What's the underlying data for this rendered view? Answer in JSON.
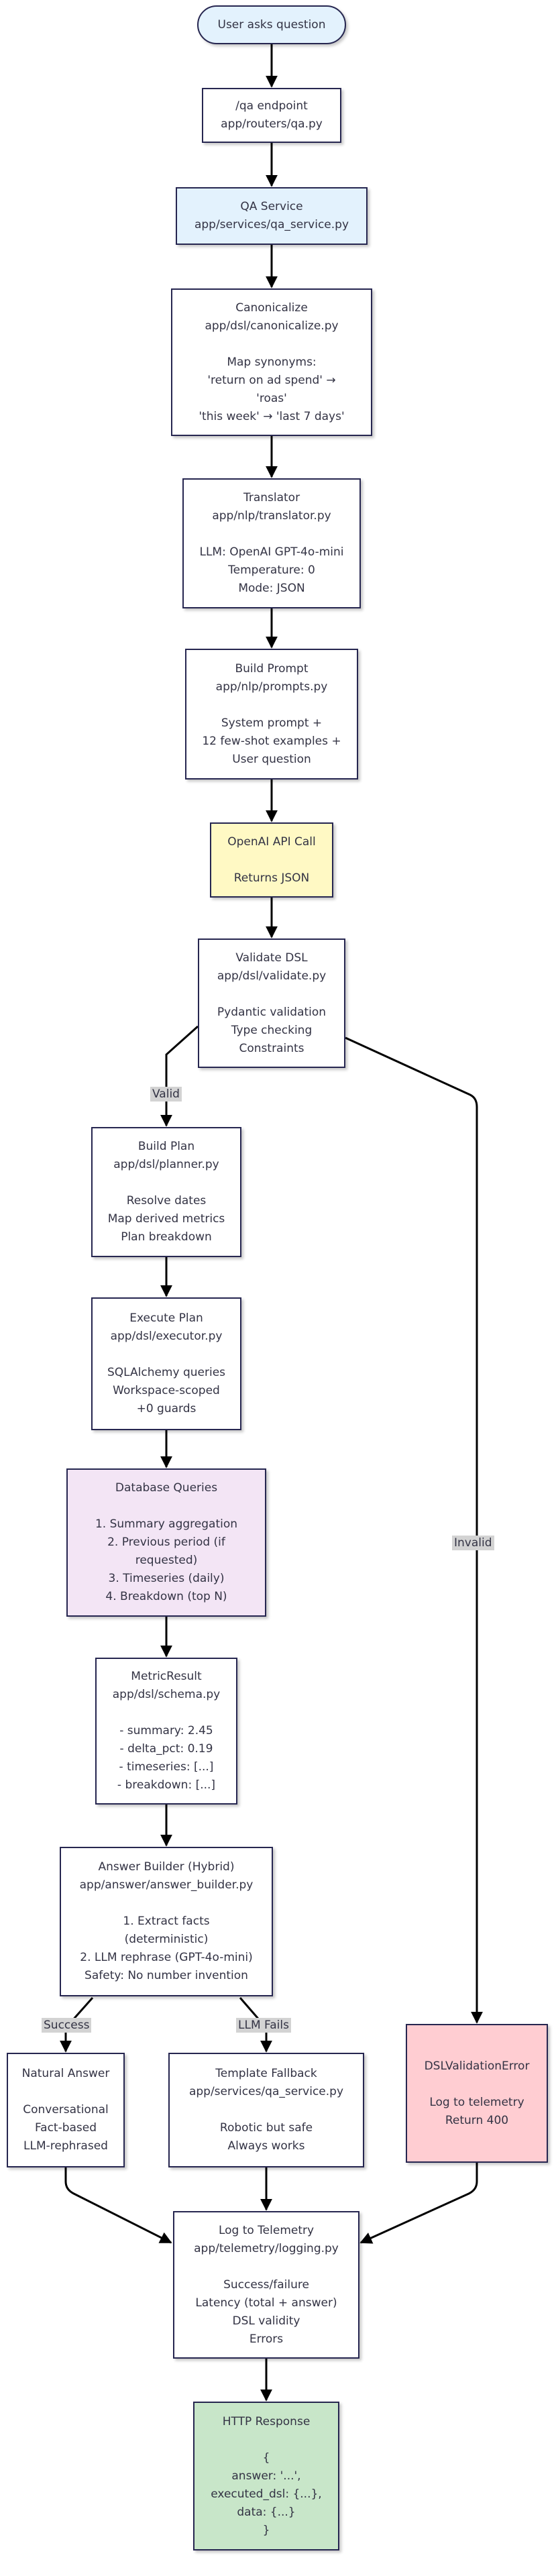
{
  "colors": {
    "border": "#262650",
    "text": "#333344",
    "edge": "#000000",
    "default_fill": "#ffffff",
    "blue_fill": "#e3f2fd",
    "yellow_fill": "#fff9c4",
    "purple_fill": "#f3e5f5",
    "red_fill": "#ffcdd2",
    "green_fill": "#c8e6c9",
    "edge_label_bg": "#d3d3d3"
  },
  "nodes": {
    "start": {
      "lines": [
        "User asks question"
      ]
    },
    "qa_endpoint": {
      "lines": [
        "/qa endpoint",
        "app/routers/qa.py"
      ]
    },
    "qa_service": {
      "lines": [
        "QA Service",
        "app/services/qa_service.py"
      ]
    },
    "canonicalize": {
      "lines": [
        "Canonicalize",
        "app/dsl/canonicalize.py",
        "",
        "Map synonyms:",
        "'return on ad spend' →",
        "'roas'",
        "'this week' → 'last 7 days'"
      ]
    },
    "translator": {
      "lines": [
        "Translator",
        "app/nlp/translator.py",
        "",
        "LLM: OpenAI GPT-4o-mini",
        "Temperature: 0",
        "Mode: JSON"
      ]
    },
    "build_prompt": {
      "lines": [
        "Build Prompt",
        "app/nlp/prompts.py",
        "",
        "System prompt +",
        "12 few-shot examples +",
        "User question"
      ]
    },
    "openai_call": {
      "lines": [
        "OpenAI API Call",
        "",
        "Returns JSON"
      ]
    },
    "validate_dsl": {
      "lines": [
        "Validate DSL",
        "app/dsl/validate.py",
        "",
        "Pydantic validation",
        "Type checking",
        "Constraints"
      ]
    },
    "build_plan": {
      "lines": [
        "Build Plan",
        "app/dsl/planner.py",
        "",
        "Resolve dates",
        "Map derived metrics",
        "Plan breakdown"
      ]
    },
    "execute_plan": {
      "lines": [
        "Execute Plan",
        "app/dsl/executor.py",
        "",
        "SQLAlchemy queries",
        "Workspace-scoped",
        "+0 guards"
      ]
    },
    "db_queries": {
      "lines": [
        "Database Queries",
        "",
        "1. Summary aggregation",
        "2. Previous period (if",
        "requested)",
        "3. Timeseries (daily)",
        "4. Breakdown (top N)"
      ]
    },
    "metric_result": {
      "lines": [
        "MetricResult",
        "app/dsl/schema.py",
        "",
        "- summary: 2.45",
        "- delta_pct: 0.19",
        "- timeseries: [...]",
        "- breakdown: [...]"
      ]
    },
    "answer_builder": {
      "lines": [
        "Answer Builder (Hybrid)",
        "app/answer/answer_builder.py",
        "",
        "1. Extract facts",
        "(deterministic)",
        "2. LLM rephrase (GPT-4o-mini)",
        "Safety: No number invention"
      ]
    },
    "natural_answer": {
      "lines": [
        "Natural Answer",
        "",
        "Conversational",
        "Fact-based",
        "LLM-rephrased"
      ]
    },
    "template_fallback": {
      "lines": [
        "Template Fallback",
        "app/services/qa_service.py",
        "",
        "Robotic but safe",
        "Always works"
      ]
    },
    "dsl_error": {
      "lines": [
        "DSLValidationError",
        "",
        "Log to telemetry",
        "Return 400"
      ]
    },
    "telemetry": {
      "lines": [
        "Log to Telemetry",
        "app/telemetry/logging.py",
        "",
        "Success/failure",
        "Latency (total + answer)",
        "DSL validity",
        "Errors"
      ]
    },
    "http_response": {
      "lines": [
        "HTTP Response",
        "",
        "{",
        "answer: '...',",
        "executed_dsl: {...},",
        "data: {...}",
        "}"
      ]
    }
  },
  "edge_labels": {
    "valid": "Valid",
    "invalid": "Invalid",
    "success": "Success",
    "llm_fails": "LLM Fails"
  }
}
